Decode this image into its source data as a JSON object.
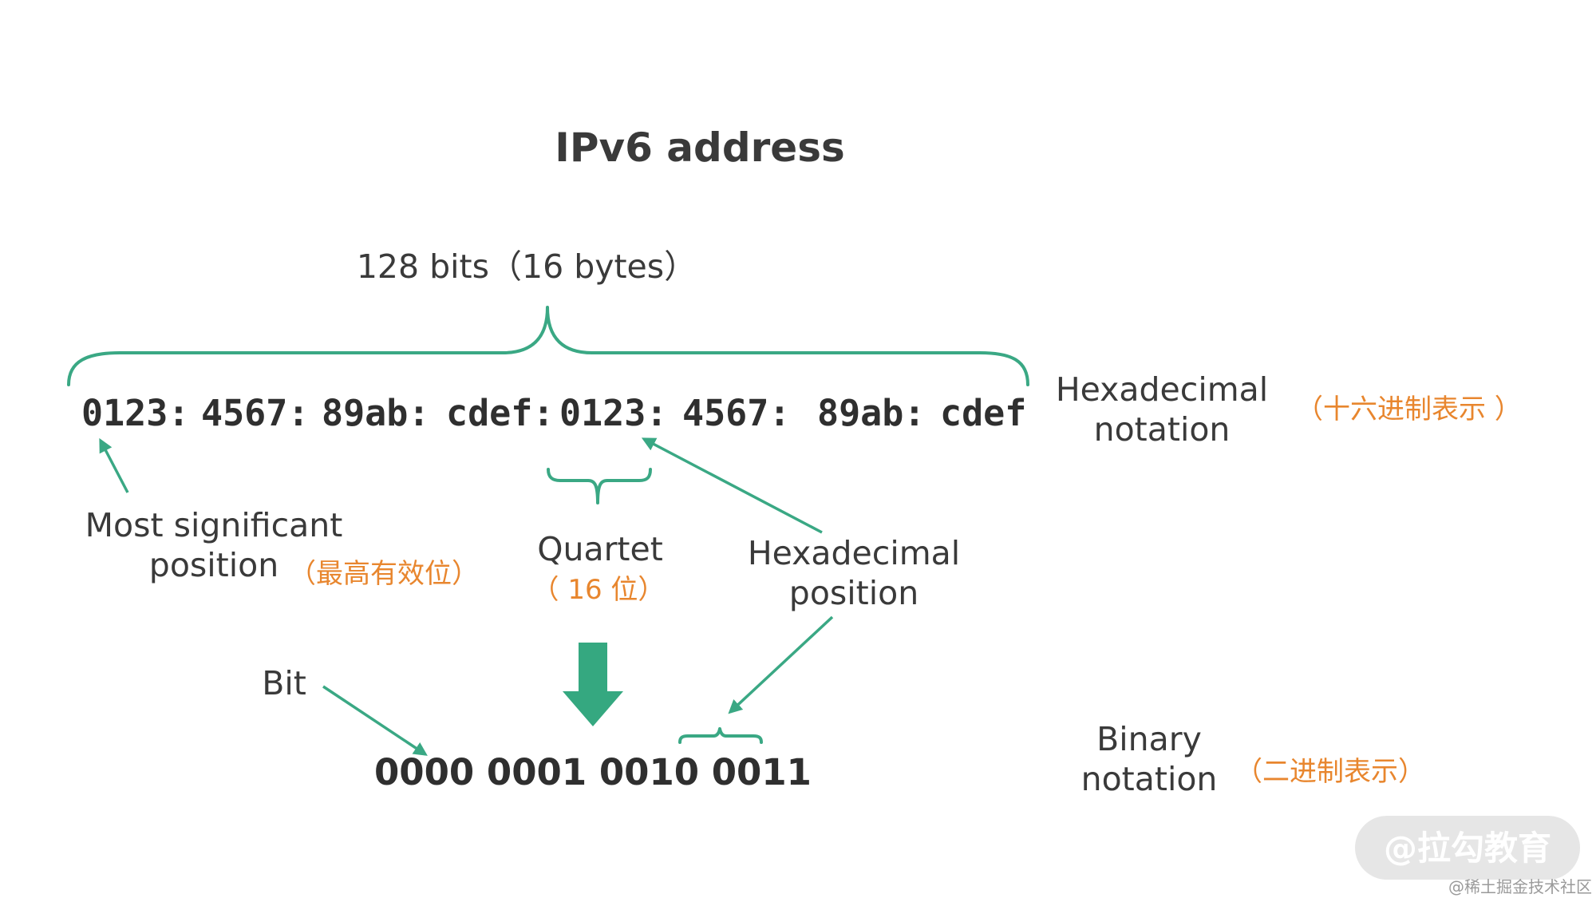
{
  "title": "IPv6 address",
  "bits_label": "128 bits（16 bytes）",
  "hex_groups": [
    "0123:",
    "4567:",
    "89ab:",
    "cdef:",
    "0123:",
    "4567:",
    "89ab:",
    "cdef"
  ],
  "hex_notation": {
    "line1": "Hexadecimal",
    "line2": "notation",
    "cn": "（十六进制表示 ）"
  },
  "most_significant": {
    "line1": "Most significant",
    "line2": "position",
    "cn": "（最高有效位）"
  },
  "quartet": {
    "label": "Quartet",
    "cn": "（ 16 位）"
  },
  "hex_position": {
    "line1": "Hexadecimal",
    "line2": "position"
  },
  "bit_label": "Bit",
  "binary_value": "0000 0001 0010 0011",
  "binary_notation": {
    "line1": "Binary",
    "line2": "notation",
    "cn": "（二进制表示）"
  },
  "watermark": {
    "main": "@拉勾教育",
    "sub": "@稀土掘金技术社区"
  },
  "colors": {
    "accent": "#3aa884",
    "note": "#e8862e",
    "text": "#3a3a3a"
  }
}
